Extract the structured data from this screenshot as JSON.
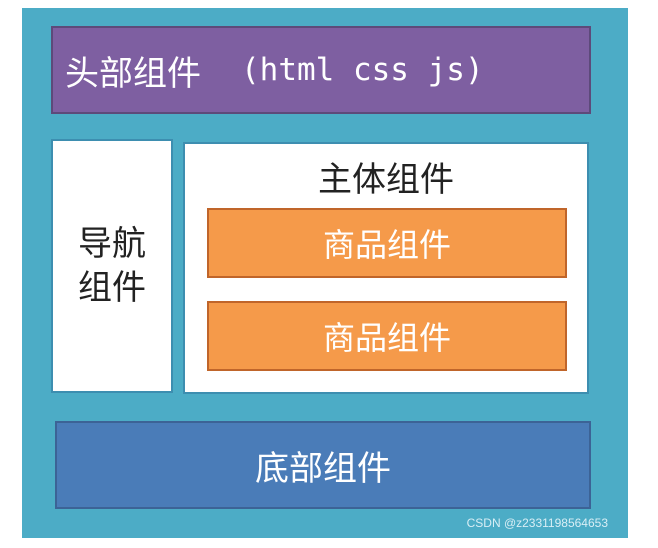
{
  "header": {
    "title": "头部组件",
    "tech": "(html css js)"
  },
  "nav": {
    "label": "导航组件"
  },
  "main": {
    "title": "主体组件",
    "products": [
      "商品组件",
      "商品组件"
    ]
  },
  "footer": {
    "label": "底部组件"
  },
  "watermark": "CSDN @z2331198564653",
  "colors": {
    "container": "#4cacc6",
    "header": "#7e5fa1",
    "product": "#f59a4a",
    "footer": "#4a7cb8"
  }
}
